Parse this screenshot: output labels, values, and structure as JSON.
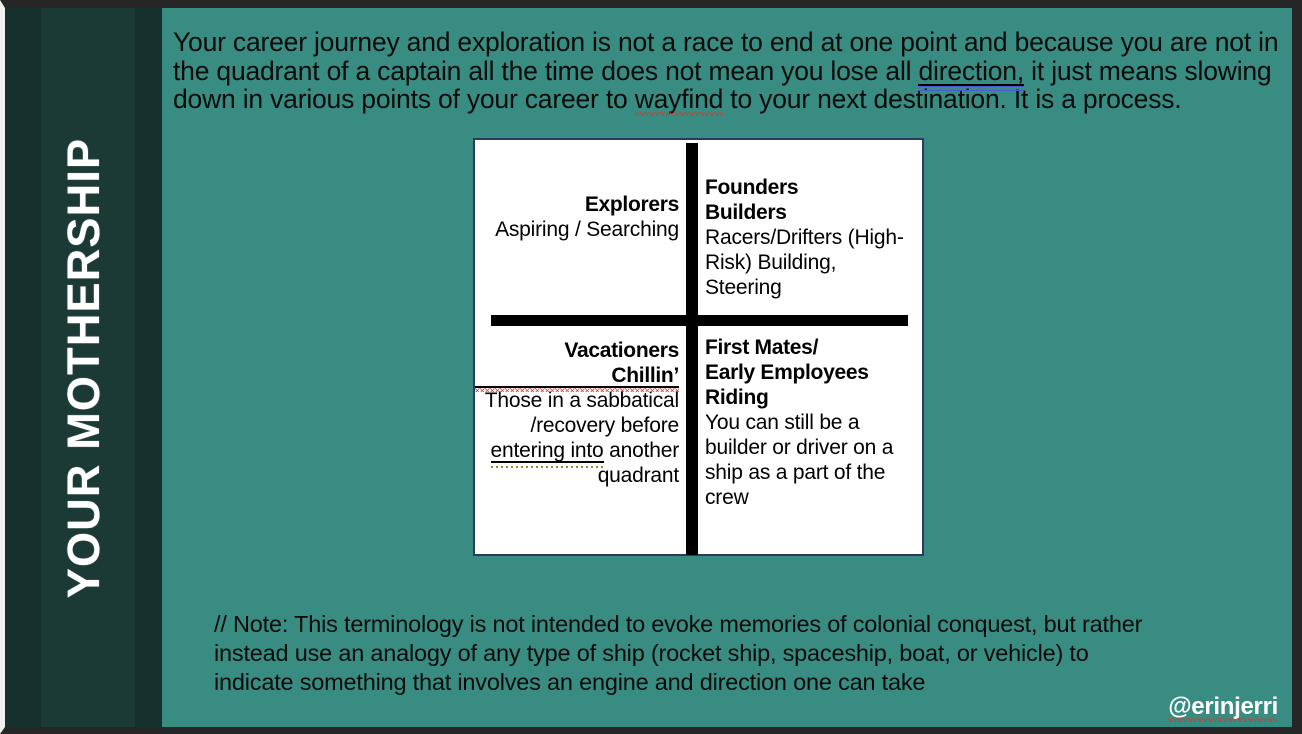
{
  "slide": {
    "background_color": "#388c81",
    "sidebar_color": "#15302d",
    "sidebar_band_color": "#1b3a36",
    "frame_color": "#262626",
    "sidebar_title": "YOUR MOTHERSHIP"
  },
  "intro": {
    "part1": "Your career journey and exploration is not a race to end at one point and because you are not in the quadrant of a captain all the time does not mean you lose all ",
    "grammar_flag": "direction,",
    "part2": " it just means slowing down in various points of your career to ",
    "spell_flag": "wayfind",
    "part3": " to your next destination.  It is a process."
  },
  "quadrant": {
    "border_color": "#2b3a63",
    "divider_color": "#000000",
    "cells": {
      "top_left": {
        "heading": "Explorers",
        "body": "Aspiring / Searching"
      },
      "top_right": {
        "heading1": "Founders",
        "heading2": "Builders",
        "body": "Racers/Drifters (High-Risk) Building, Steering"
      },
      "bottom_left": {
        "heading": "Vacationers",
        "heading_flagged": "Chillin’",
        "body_before": "Those in a sabbatical /recovery before ",
        "body_flagged": "entering into",
        "body_after": " another quadrant"
      },
      "bottom_right": {
        "heading1": "First Mates/",
        "heading2": "Early Employees",
        "heading3": "Riding",
        "body": "You can still be a builder or driver on a ship as a part of the crew"
      }
    }
  },
  "note": {
    "text": "// Note: This terminology is not intended to evoke memories of colonial conquest, but rather instead use an analogy of any type of ship (rocket ship, spaceship, boat, or vehicle) to indicate something that involves an engine and direction one can take"
  },
  "watermark": {
    "handle": "@erinjerri"
  }
}
